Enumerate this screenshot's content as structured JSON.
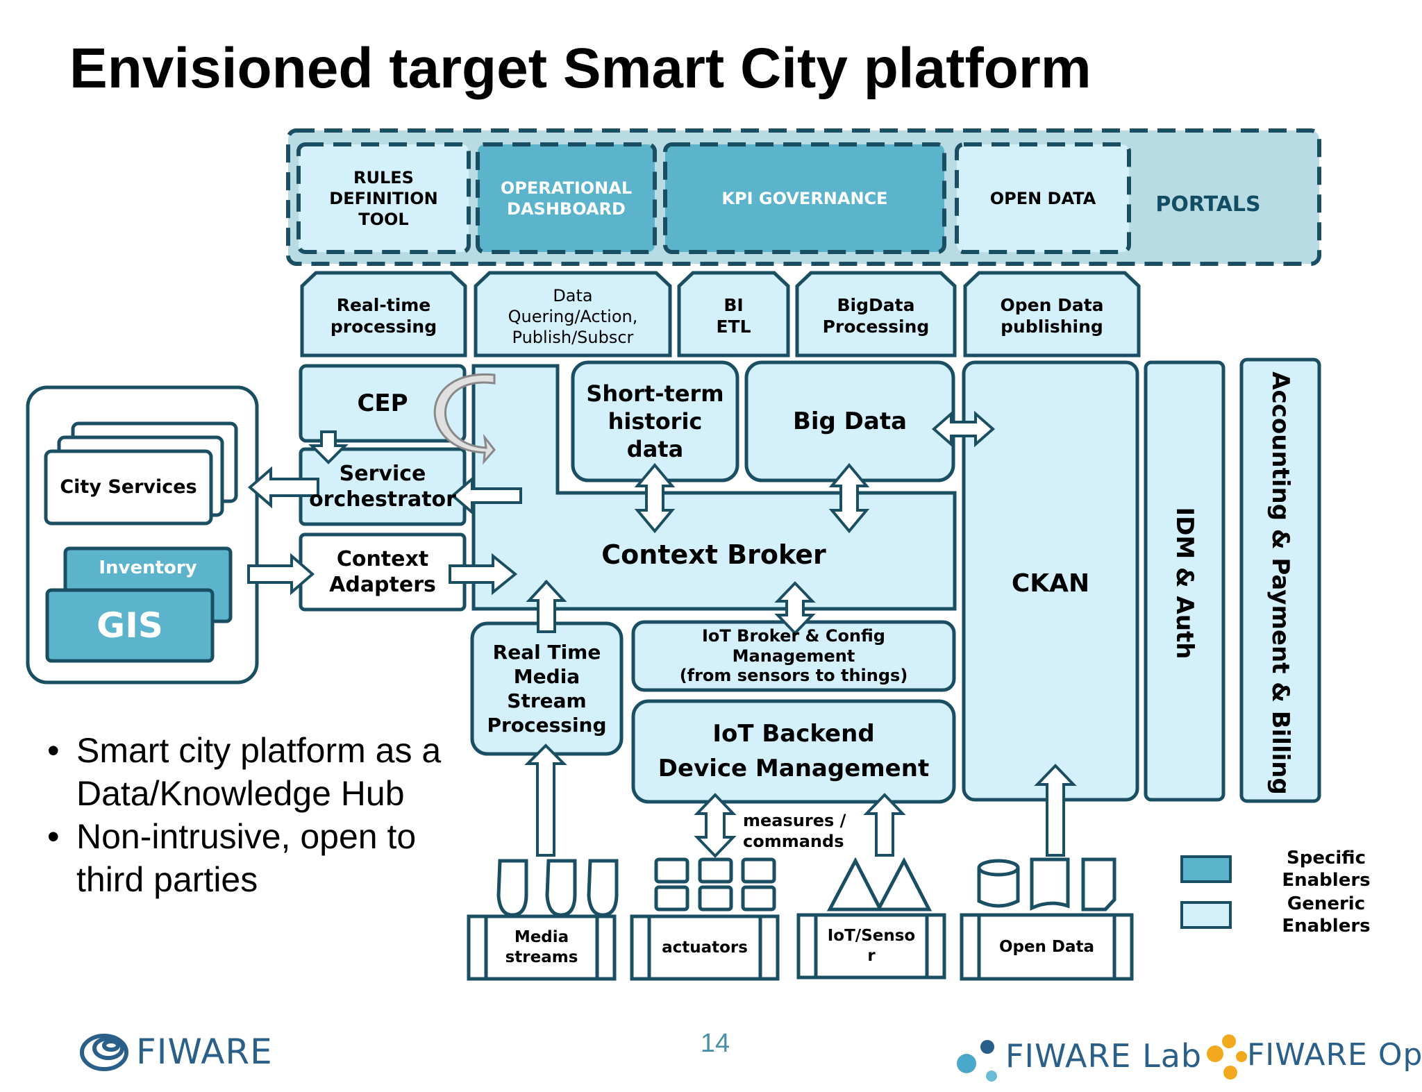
{
  "title": "Envisioned target Smart City platform",
  "colors": {
    "specific_enabler": "#5cb4cc",
    "generic_enabler": "#d4f0fb",
    "portal_background": "#b8dbe4",
    "outline": "#1a4f63",
    "portal_text": "#124d63"
  },
  "portals": {
    "rules_definition_tool": "RULES\nDEFINITION\nTOOL",
    "operational_dashboard": "OPERATIONAL\nDASHBOARD",
    "kpi_governance": "KPI GOVERNANCE",
    "open_data": "OPEN DATA",
    "label": "PORTALS"
  },
  "processing_row": {
    "realtime": "Real-time\nprocessing",
    "data_query": "Data\nQuering/Action,\nPublish/Subscr",
    "bi_etl": "BI\nETL",
    "bigdata_processing": "BigData\nProcessing",
    "open_data_publishing": "Open Data\npublishing"
  },
  "city": {
    "city_services": "City Services",
    "inventory": "Inventory",
    "gis": "GIS"
  },
  "core": {
    "cep": "CEP",
    "service_orchestrator": "Service\norchestrator",
    "context_adapters": "Context\nAdapters",
    "short_term": "Short-term\nhistoric\ndata",
    "big_data": "Big Data",
    "context_broker": "Context Broker",
    "ckan": "CKAN",
    "idm": "IDM & Auth",
    "accounting": "Accounting & Payment & Billing",
    "rt_media": "Real Time\nMedia\nStream\nProcessing",
    "iot_broker": "IoT Broker & Config\nManagement\n(from sensors to things)",
    "iot_backend": "IoT Backend\nDevice Management"
  },
  "sources": {
    "measures": "measures /\ncommands",
    "media_streams": "Media\nstreams",
    "actuators": "actuators",
    "iot_sensor": "IoT/Senso\nr",
    "open_data": "Open Data"
  },
  "legend": {
    "specific": "Specific Enablers",
    "generic": "Generic Enablers"
  },
  "bullets": [
    "Smart city platform as a Data/Knowledge Hub",
    "Non-intrusive, open to third parties"
  ],
  "page_number": "14",
  "logos": {
    "fiware": "FIWARE",
    "fiware_lab": "FIWARE Lab",
    "fiware_ops": "FIWARE Ops"
  }
}
